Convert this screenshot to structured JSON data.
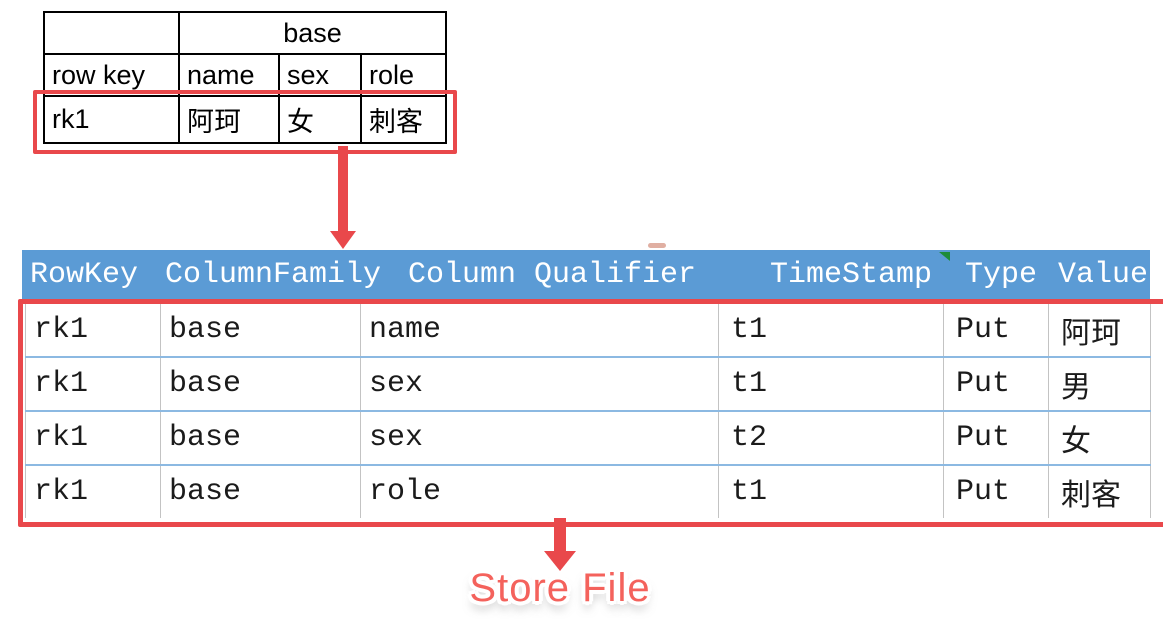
{
  "logical_table": {
    "family_header": "base",
    "columns": [
      "row key",
      "name",
      "sex",
      "role"
    ],
    "row": [
      "rk1",
      "阿珂",
      "女",
      "刺客"
    ]
  },
  "kv_table": {
    "headers": [
      "RowKey",
      "ColumnFamily",
      "Column Qualifier",
      "TimeStamp",
      "Type",
      "Value"
    ],
    "rows": [
      [
        "rk1",
        "base",
        "name",
        "t1",
        "Put",
        "阿珂"
      ],
      [
        "rk1",
        "base",
        "sex",
        "t1",
        "Put",
        "男"
      ],
      [
        "rk1",
        "base",
        "sex",
        "t2",
        "Put",
        "女"
      ],
      [
        "rk1",
        "base",
        "role",
        "t1",
        "Put",
        "刺客"
      ]
    ]
  },
  "store_file_label": "Store File",
  "colors": {
    "header_blue": "#5B9BD5",
    "highlight_red": "#E9484B",
    "store_file_red": "#F4625C",
    "row_divider_blue": "#8CB9E2",
    "cell_divider_gray": "#C3C3C3",
    "marker_green": "#1E8C3A"
  }
}
